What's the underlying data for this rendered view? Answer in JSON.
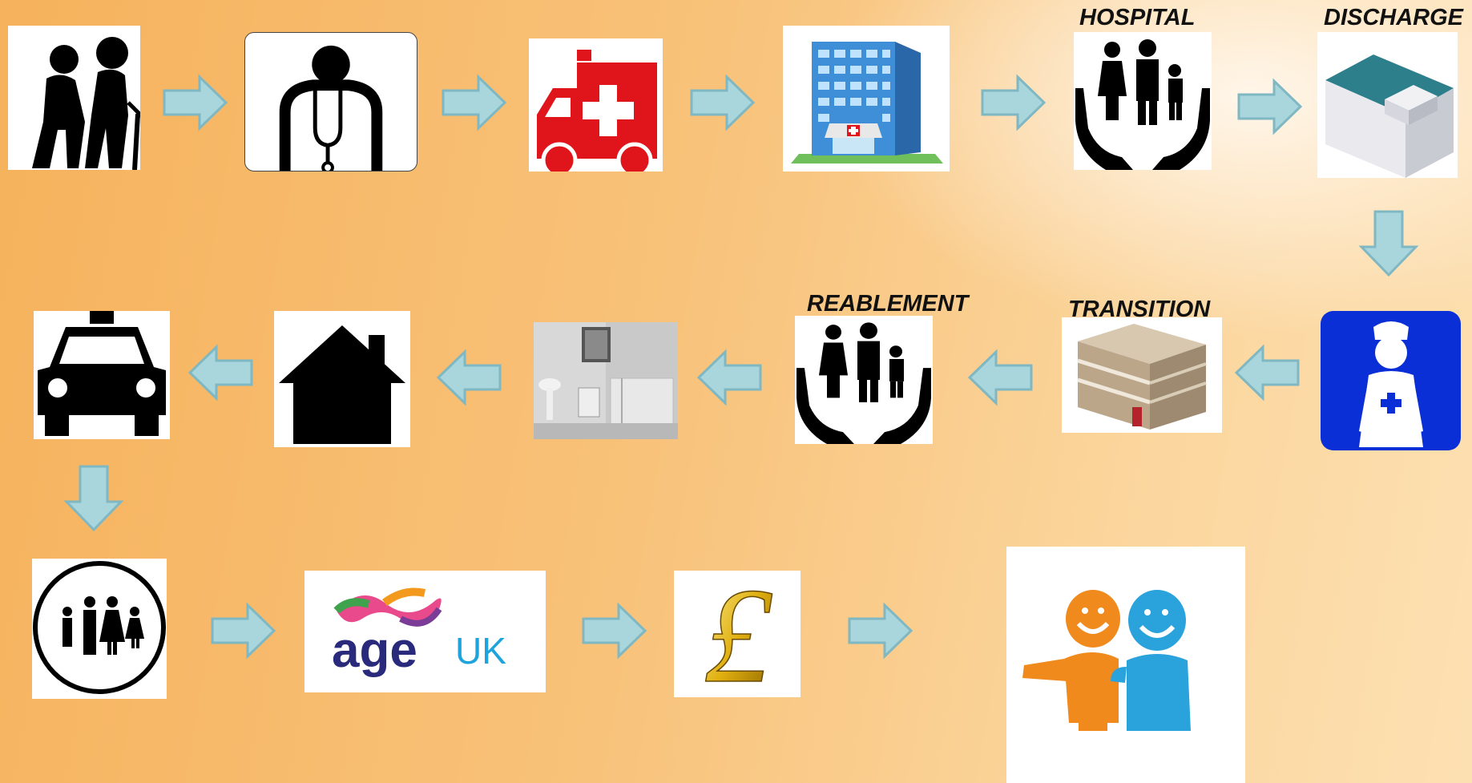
{
  "labels": {
    "hospital": "HOSPITAL",
    "discharge": "DISCHARGE",
    "reablement": "REABLEMENT",
    "transition": "TRANSITION"
  },
  "logo": {
    "age": "age",
    "uk": "UK"
  },
  "currency_symbol": "£",
  "colors": {
    "arrow_fill": "#a9d6dc",
    "arrow_stroke": "#7fb7c2",
    "ambulance_red": "#e0151b",
    "nurse_blue": "#0a2fd6"
  },
  "icons": [
    "elderly-couple-icon",
    "doctor-icon",
    "ambulance-icon",
    "hospital-building-icon",
    "family-care-hands-icon",
    "discharge-building-icon",
    "nurse-icon",
    "transition-building-icon",
    "family-care-hands-icon",
    "bathroom-photo",
    "house-icon",
    "taxi-icon",
    "family-circle-icon",
    "age-uk-logo",
    "pound-sign-icon",
    "friends-icon"
  ]
}
